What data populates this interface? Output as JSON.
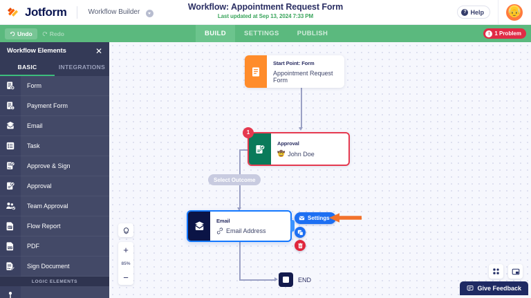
{
  "header": {
    "brand": "Jotform",
    "builder_label": "Workflow Builder",
    "title": "Workflow: Appointment Request Form",
    "subtitle": "Last updated at Sep 13, 2024 7:33 PM",
    "help_label": "Help",
    "help_icon": "question-mark-icon",
    "avatar_emoji": "👴",
    "chevron_icon": "chevron-down-icon"
  },
  "toolbar": {
    "undo_label": "Undo",
    "redo_label": "Redo",
    "undo_icon": "undo-arrow-icon",
    "redo_icon": "redo-arrow-icon",
    "tabs": [
      {
        "label": "BUILD",
        "active": true
      },
      {
        "label": "SETTINGS",
        "active": false
      },
      {
        "label": "PUBLISH",
        "active": false
      }
    ],
    "problem_count": "1",
    "problem_label": "1 Problem",
    "problem_badge": "!",
    "colors": {
      "bar": "#5bb97e",
      "active_tab": "#6cc48d",
      "problem": "#e02b45"
    }
  },
  "sidebar": {
    "title": "Workflow Elements",
    "close_icon": "close-icon",
    "tabs": [
      {
        "label": "BASIC",
        "active": true
      },
      {
        "label": "INTEGRATIONS",
        "active": false
      }
    ],
    "items": [
      {
        "label": "Form",
        "icon": "form-icon"
      },
      {
        "label": "Payment Form",
        "icon": "payment-form-icon"
      },
      {
        "label": "Email",
        "icon": "email-icon"
      },
      {
        "label": "Task",
        "icon": "task-icon"
      },
      {
        "label": "Approve & Sign",
        "icon": "approve-and-sign-icon"
      },
      {
        "label": "Approval",
        "icon": "approval-icon"
      },
      {
        "label": "Team Approval",
        "icon": "team-approval-icon"
      },
      {
        "label": "Flow Report",
        "icon": "flow-report-icon"
      },
      {
        "label": "PDF",
        "icon": "pdf-icon"
      },
      {
        "label": "Sign Document",
        "icon": "sign-document-icon"
      }
    ],
    "section_label": "LOGIC ELEMENTS"
  },
  "canvas": {
    "nodes": {
      "start": {
        "kicker": "Start Point: Form",
        "main": "Appointment Request Form",
        "icon": "form-document-icon",
        "color": "#ff8c2b"
      },
      "approval": {
        "kicker": "Approval",
        "main": "John Doe",
        "avatar_emoji": "🤠",
        "icon": "approval-check-icon",
        "color": "#0a7a5a",
        "badge": "1",
        "badge_color": "#e5394f",
        "state": "error"
      },
      "email": {
        "kicker": "Email",
        "main": "Email Address",
        "link_icon": "link-icon",
        "icon": "envelope-icon",
        "color": "#0b1446",
        "state": "selected",
        "selected_color": "#1478ff"
      },
      "end": {
        "label": "END",
        "icon": "stop-square-icon"
      }
    },
    "outcome_chip": "Select Outcome",
    "actions": {
      "settings_label": "Settings",
      "settings_icon": "envelope-icon",
      "copy_icon": "copy-icon",
      "delete_icon": "trash-icon"
    },
    "pointer_icon": "arrow-left-pointer-icon",
    "zoom": {
      "fit_icon": "fit-to-screen-icon",
      "zoom_in": "+",
      "value": "85%",
      "zoom_out": "−"
    },
    "bottom_right": [
      {
        "icon": "grid-layout-icon"
      },
      {
        "icon": "minimap-icon"
      }
    ],
    "feedback_label": "Give Feedback",
    "feedback_icon": "feedback-icon"
  }
}
